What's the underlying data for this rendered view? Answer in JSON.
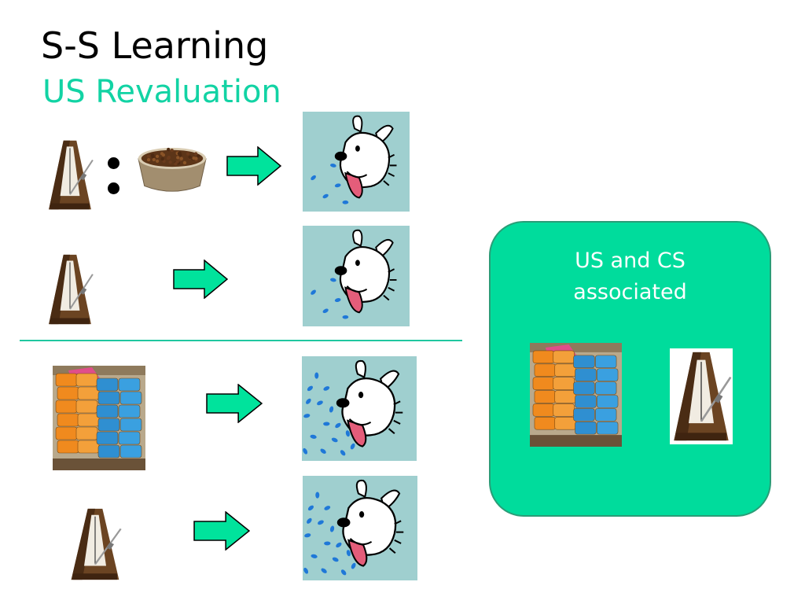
{
  "slide": {
    "title": "S-S Learning",
    "subtitle": "US Revaluation",
    "panel": {
      "line1": "US and CS",
      "line2": "associated"
    }
  },
  "colors": {
    "subtitle": "#12d3a4",
    "arrow": "#00e39c",
    "panel": "#00dc9c",
    "divider": "#20c7a0",
    "dog_bg": "#9fcfcf",
    "saliva": "#1f78d8",
    "metronome_wood": "#6b4422"
  },
  "icons": {
    "metronome": "metronome-icon",
    "food_bowl": "dog-food-bowl-icon",
    "food_bags": "dog-food-bags-icon",
    "dog": "salivating-dog-icon",
    "arrow": "right-arrow-icon"
  }
}
